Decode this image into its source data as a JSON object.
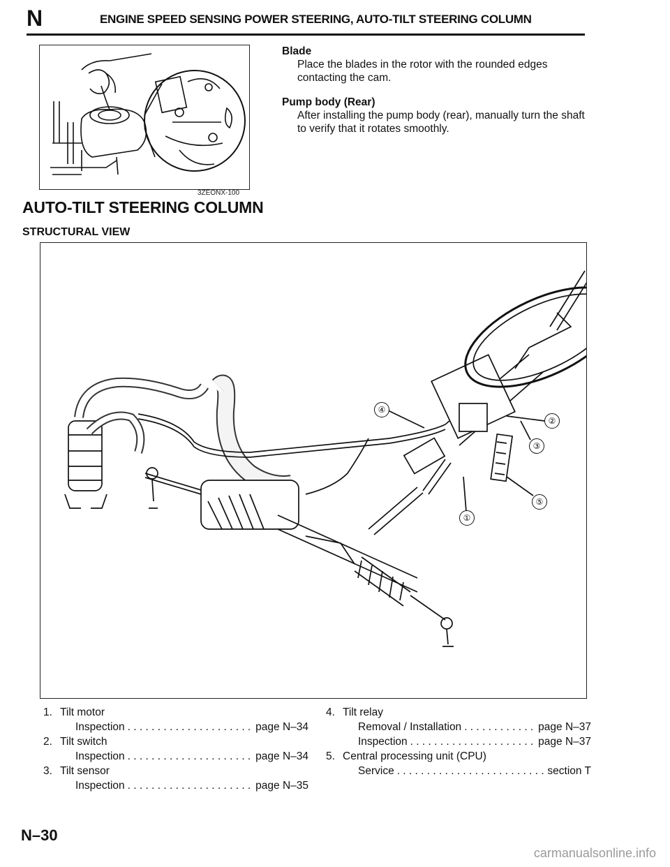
{
  "header": {
    "section_letter": "N",
    "title": "ENGINE SPEED SENSING POWER STEERING, AUTO-TILT STEERING COLUMN"
  },
  "top_figure": {
    "code": "3ZEONX-100"
  },
  "notes": [
    {
      "heading": "Blade",
      "body": "Place the blades in the rotor with the rounded edges contacting the cam."
    },
    {
      "heading": "Pump body (Rear)",
      "body": "After installing the pump body (rear), manually turn the shaft to verify that it rotates smoothly."
    }
  ],
  "section_title": "AUTO-TILT STEERING COLUMN",
  "subsection_title": "STRUCTURAL VIEW",
  "callouts": [
    "①",
    "②",
    "③",
    "④",
    "⑤"
  ],
  "legend": [
    {
      "num": "1.",
      "name": "Tilt motor",
      "subs": [
        {
          "label": "Inspection",
          "ref": "page N–34"
        }
      ]
    },
    {
      "num": "2.",
      "name": "Tilt switch",
      "subs": [
        {
          "label": "Inspection",
          "ref": "page N–34"
        }
      ]
    },
    {
      "num": "3.",
      "name": "Tilt sensor",
      "subs": [
        {
          "label": "Inspection",
          "ref": "page N–35"
        }
      ]
    },
    {
      "num": "4.",
      "name": "Tilt relay",
      "subs": [
        {
          "label": "Removal / Installation",
          "ref": "page N–37"
        },
        {
          "label": "Inspection",
          "ref": "page N–37"
        }
      ]
    },
    {
      "num": "5.",
      "name": "Central processing unit (CPU)",
      "subs": [
        {
          "label": "Service",
          "ref": "section T"
        }
      ]
    }
  ],
  "footer": {
    "page_number": "N–30",
    "watermark": "carmanualsonline.info"
  }
}
